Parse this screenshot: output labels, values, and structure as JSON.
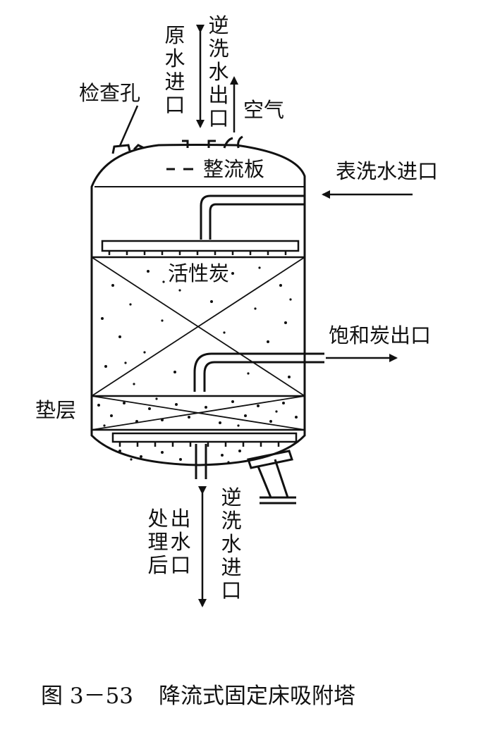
{
  "labels": {
    "raw_water_inlet": "原水进口",
    "backwash_water_outlet": "逆洗水出口",
    "air": "空气",
    "inspection_hole": "检查孔",
    "flow_plate": "整流板",
    "surface_wash_inlet": "表洗水进口",
    "activated_carbon": "活性炭",
    "saturated_carbon_outlet": "饱和炭出口",
    "cushion_layer": "垫层",
    "treated_water_outlet": "处理后出水口",
    "backwash_water_inlet": "逆洗水进口"
  },
  "caption": {
    "number": "图 3－53",
    "title": "降流式固定床吸附塔"
  }
}
